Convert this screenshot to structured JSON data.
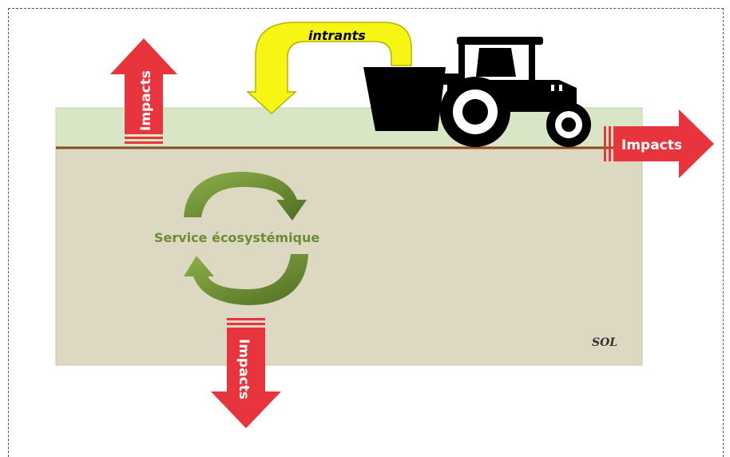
{
  "labels": {
    "impacts_top": "Impacts",
    "impacts_right": "Impacts",
    "impacts_bottom": "Impacts",
    "intrants": "intrants",
    "service": "Service écosystémique",
    "sol": "SOL"
  },
  "colors": {
    "arrow_red": "#e8343c",
    "arrow_yellow": "#f7f513",
    "surface_green": "#d8e6c5",
    "soil": "#ddd8c2",
    "ground_line": "#8b4a1c",
    "cycle_green": "#6b8c35"
  },
  "icons": {
    "tractor": "tractor-icon",
    "cycle": "cycle-arrows-icon"
  }
}
